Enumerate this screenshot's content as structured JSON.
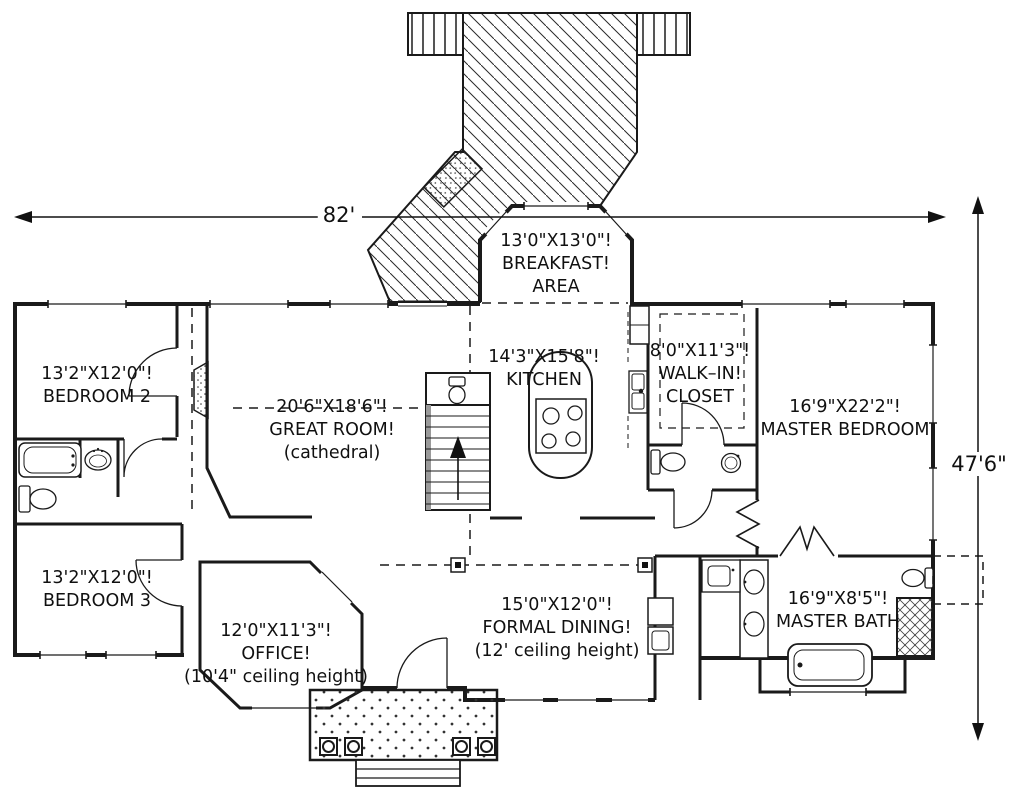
{
  "colors": {
    "ink": "#1a1a1a",
    "paper": "#ffffff"
  },
  "dimensions": {
    "overall_width": "82'",
    "overall_height": "47'6\""
  },
  "rooms": {
    "breakfast_area": {
      "size": "13'0\"X13'0\"!",
      "name": "BREAKFAST!",
      "name2": "AREA"
    },
    "kitchen": {
      "size": "14'3\"X15'8\"!",
      "name": "KITCHEN"
    },
    "walk_in_closet": {
      "size": "8'0\"X11'3\"!",
      "name": "WALK–IN!",
      "name2": "CLOSET"
    },
    "master_bedroom": {
      "size": "16'9\"X22'2\"!",
      "name": "MASTER BEDROOM"
    },
    "great_room": {
      "size": "20'6\"X18'6\"!",
      "name": "GREAT ROOM!",
      "note": "(cathedral)"
    },
    "bedroom_2": {
      "size": "13'2\"X12'0\"!",
      "name": "BEDROOM 2"
    },
    "bedroom_3": {
      "size": "13'2\"X12'0\"!",
      "name": "BEDROOM 3"
    },
    "office": {
      "size": "12'0\"X11'3\"!",
      "name": "OFFICE!",
      "note": "(10'4\" ceiling height)"
    },
    "formal_dining": {
      "size": "15'0\"X12'0\"!",
      "name": "FORMAL DINING!",
      "note": "(12' ceiling height)"
    },
    "master_bath": {
      "size": "16'9\"X8'5\"!",
      "name": "MASTER BATH"
    }
  },
  "fixtures": [
    "deck",
    "deck-railing",
    "planter-box",
    "breakfast-bay-windows",
    "staircase-up",
    "kitchen-island-cooktop",
    "kitchen-sink",
    "refrigerator",
    "fireplace",
    "bathtub",
    "toilet",
    "vanity-sink",
    "double-vanity",
    "shower",
    "garden-tub",
    "front-porch",
    "porch-columns",
    "porch-steps",
    "closet-shelving",
    "dining-columns",
    "front-door"
  ]
}
